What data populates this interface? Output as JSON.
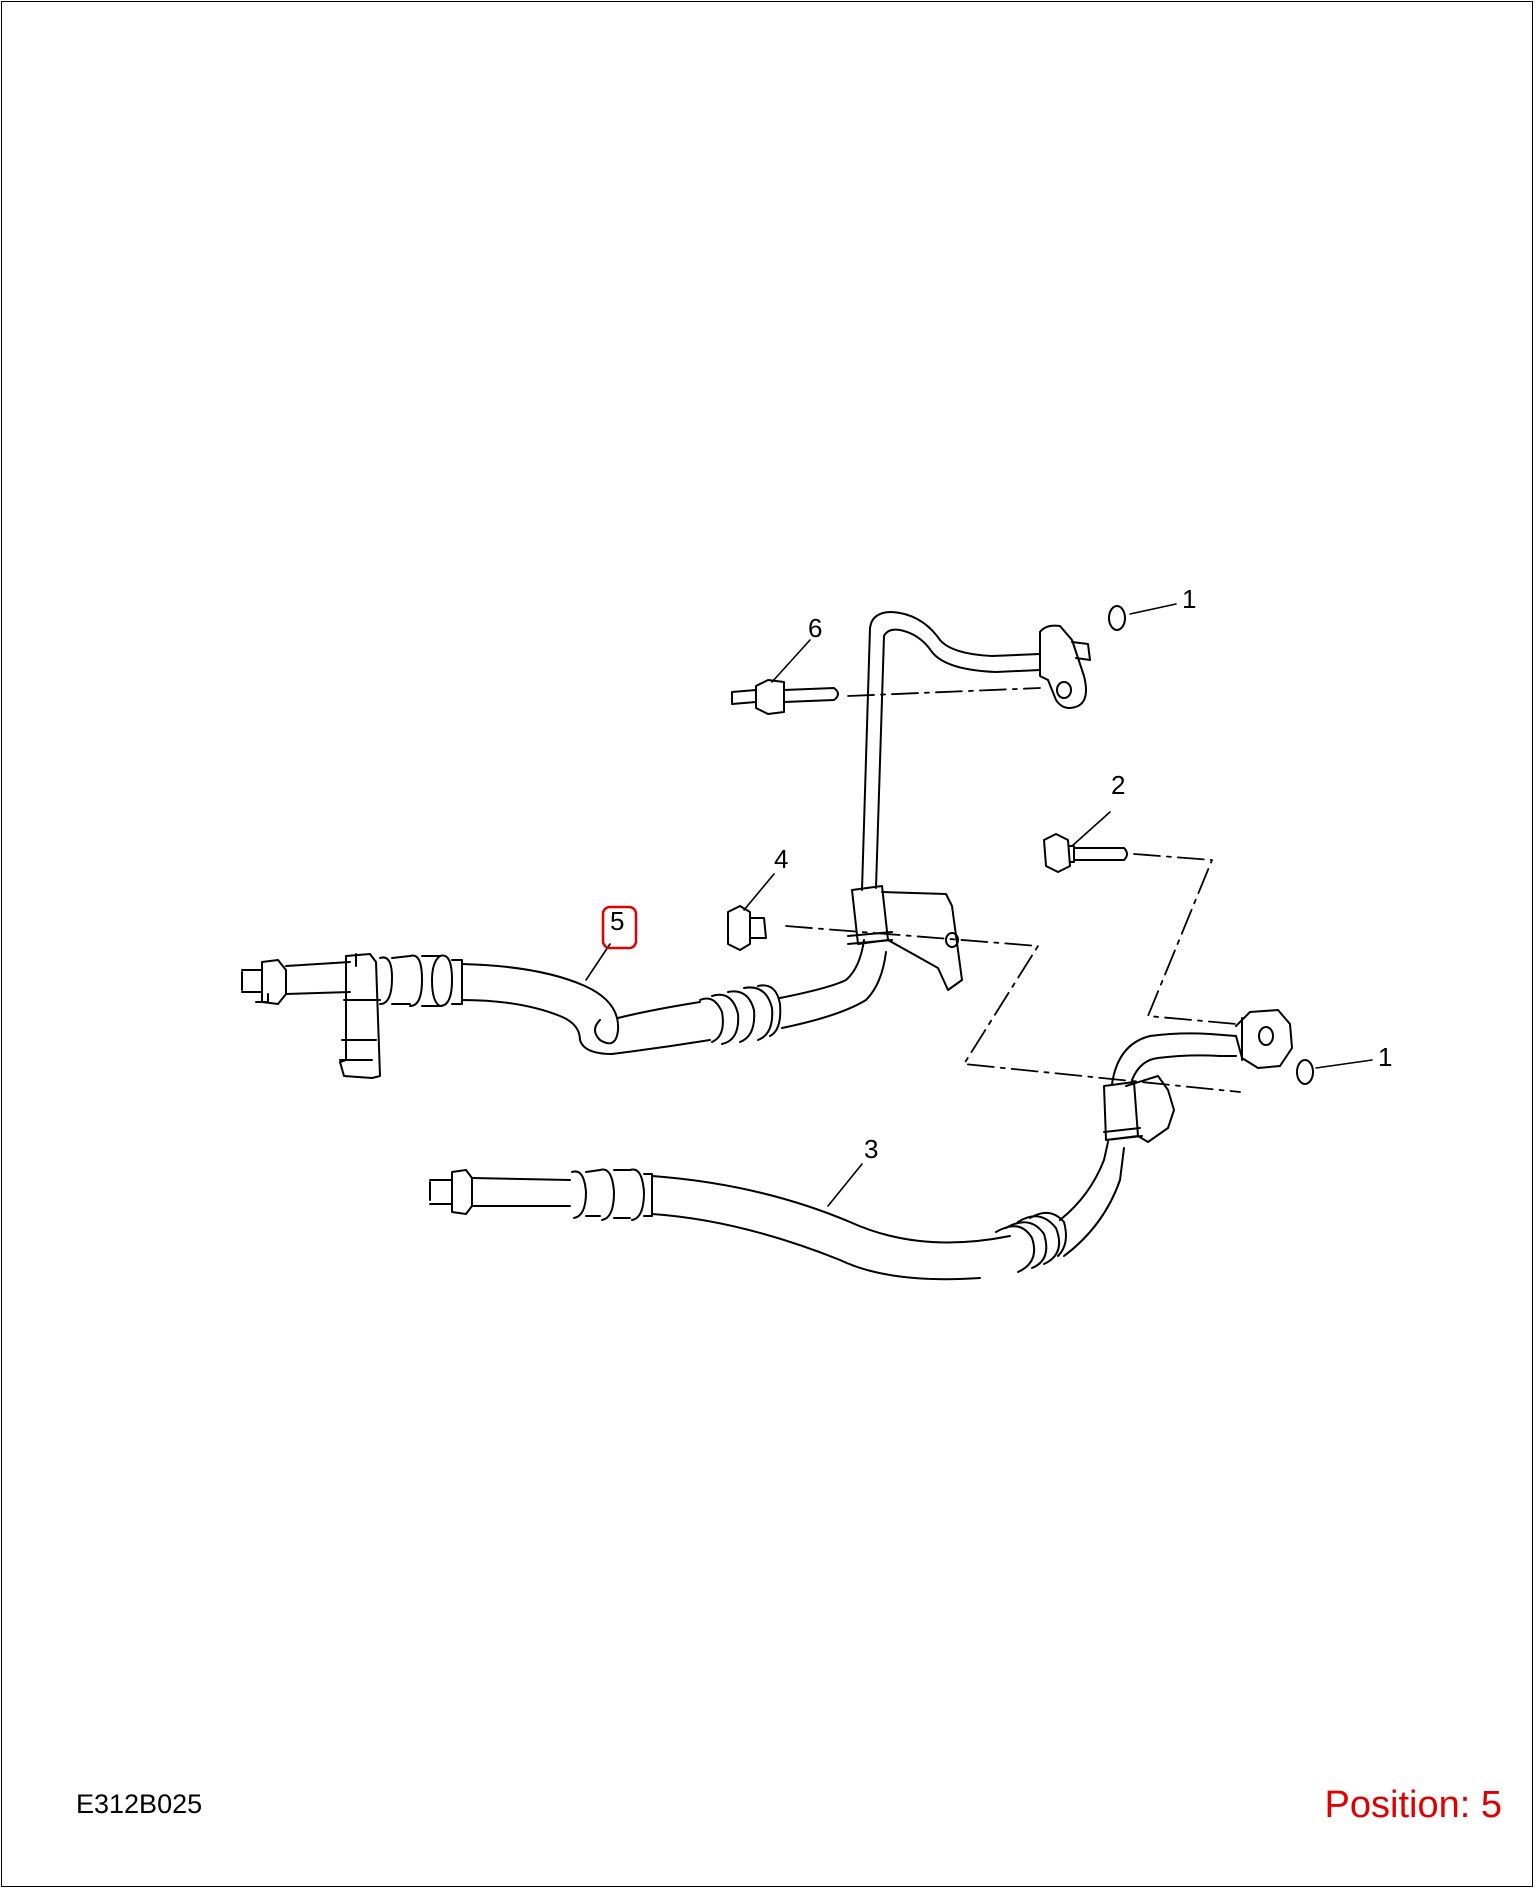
{
  "diagram": {
    "id": "E312B025",
    "position_prefix": "Position:",
    "position_value": "5",
    "position_text": "Position: 5",
    "highlight_color": "#e00000",
    "callouts": [
      "1",
      "6",
      "2",
      "4",
      "5",
      "1",
      "3"
    ]
  }
}
